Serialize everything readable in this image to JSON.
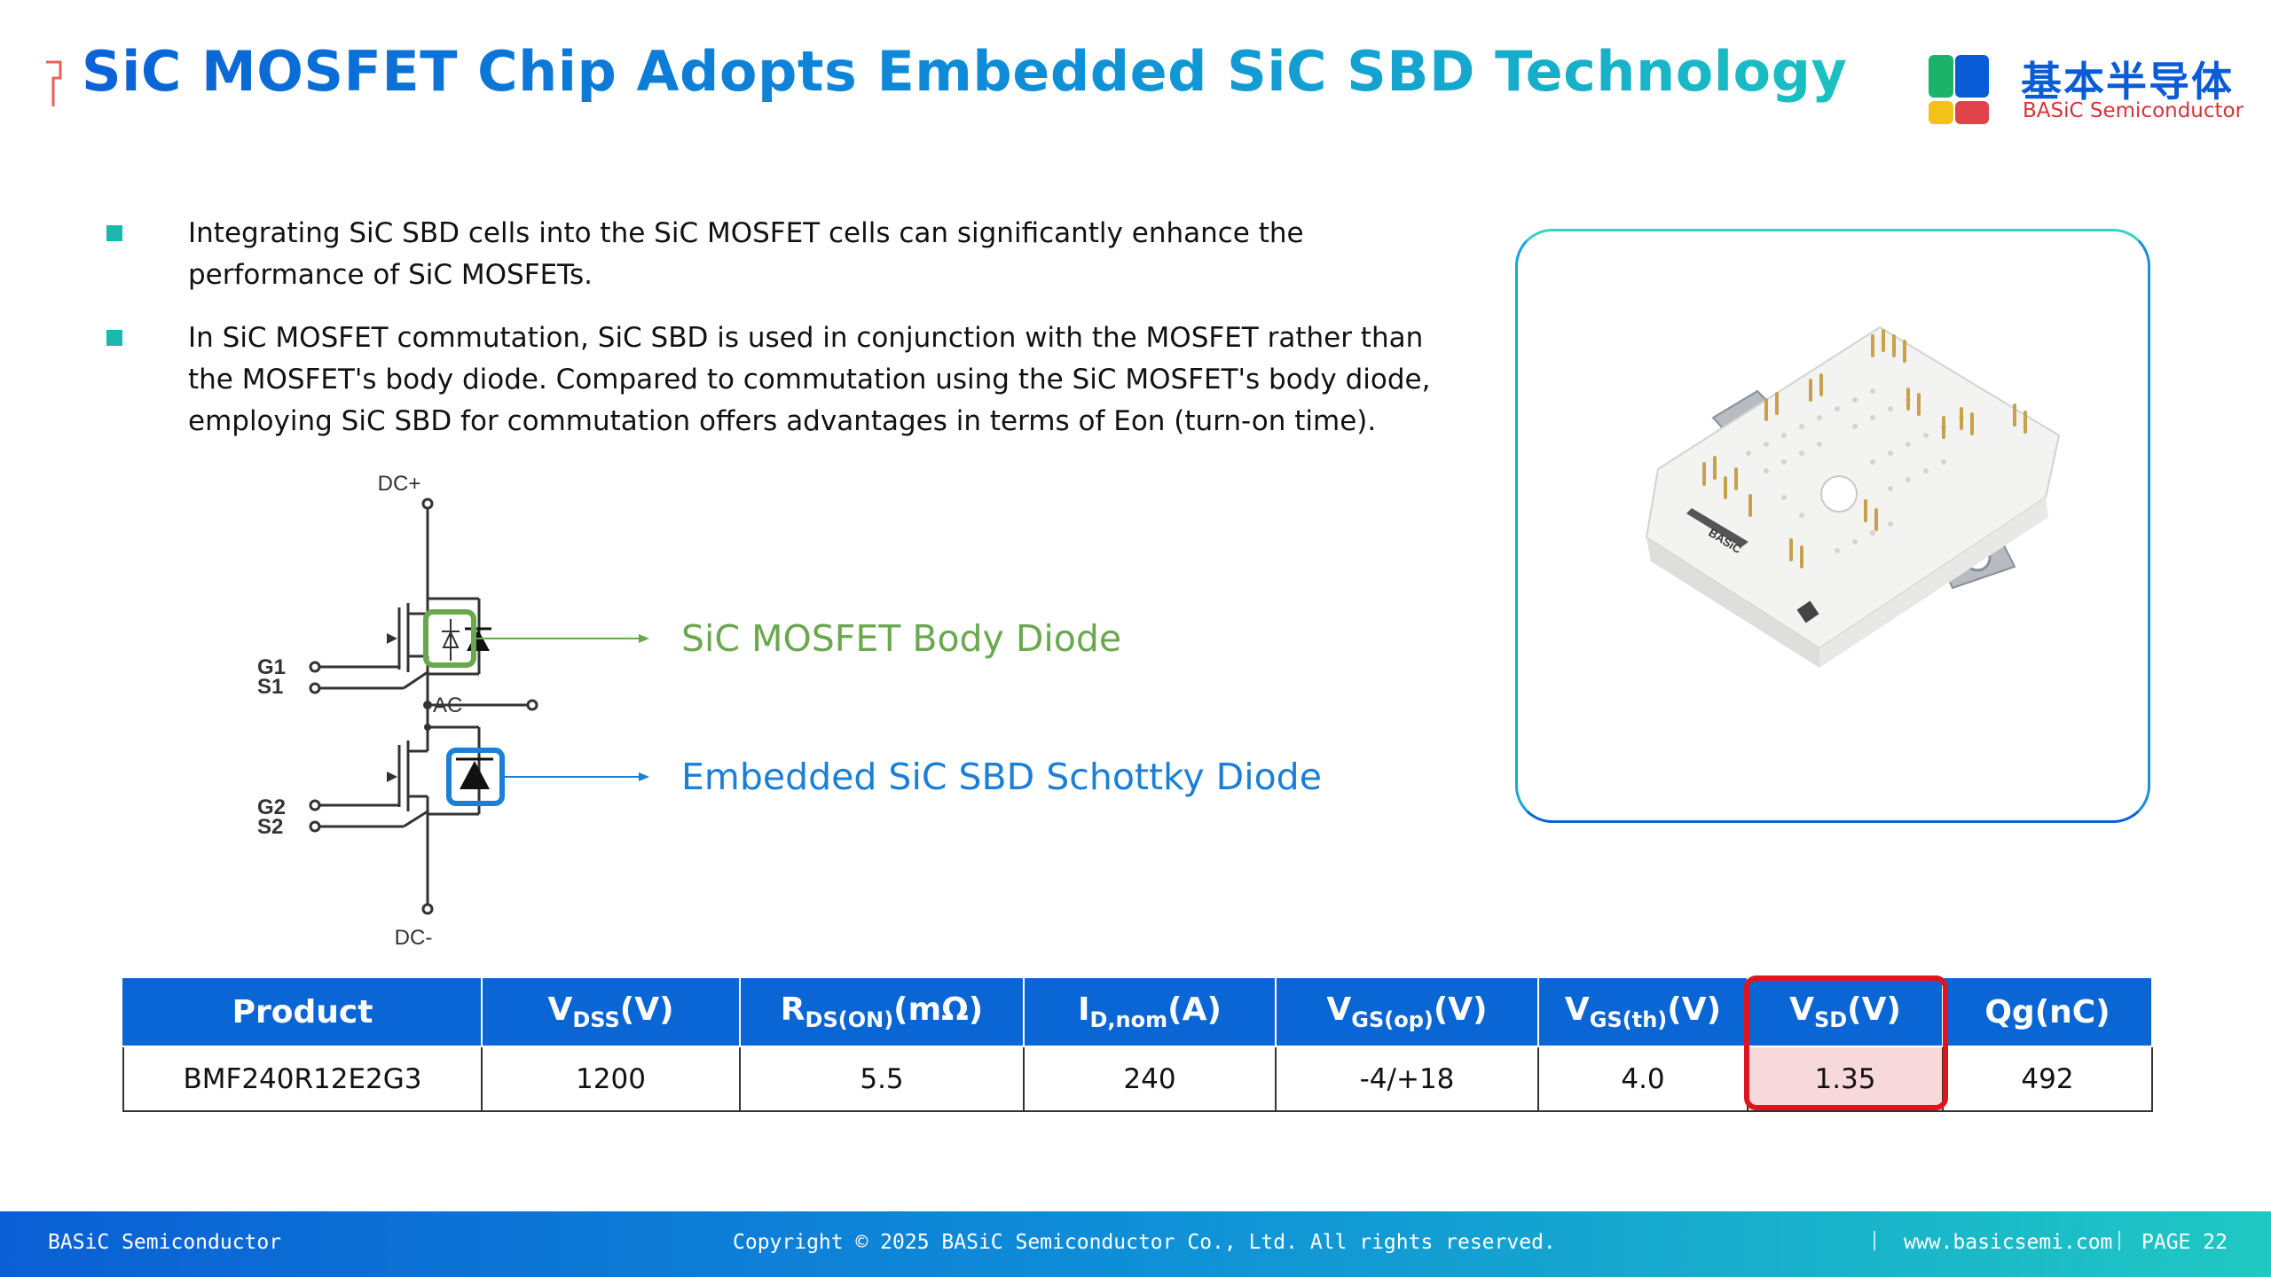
{
  "title": "SiC MOSFET Chip Adopts Embedded SiC SBD Technology",
  "logo": {
    "chinese": "基本半导体",
    "english": "BASiC Semiconductor"
  },
  "bullets": [
    "Integrating SiC SBD cells into the SiC MOSFET cells can significantly enhance the performance of SiC MOSFETs.",
    "In SiC MOSFET commutation, SiC SBD is used in conjunction with the MOSFET rather than the MOSFET's body diode. Compared to commutation using the SiC MOSFET's body diode, employing SiC SBD for commutation offers advantages in terms of Eon (turn-on time)."
  ],
  "circuit": {
    "dc_plus": "DC+",
    "dc_minus": "DC-",
    "ac": "AC",
    "g1": "G1",
    "s1": "S1",
    "g2": "G2",
    "s2": "S2",
    "body_diode_label": "SiC MOSFET Body Diode",
    "sbd_label": "Embedded SiC SBD Schottky Diode",
    "body_diode_color": "#6aa84f",
    "sbd_color": "#1a7fd6"
  },
  "product_photo": {
    "brand_marking": "BASiC"
  },
  "table": {
    "headers": [
      {
        "main": "Product",
        "sub": "",
        "suffix": ""
      },
      {
        "main": "V",
        "sub": "DSS",
        "suffix": "(V)"
      },
      {
        "main": "R",
        "sub": "DS(ON)",
        "suffix": "(mΩ)"
      },
      {
        "main": "I",
        "sub": "D,nom",
        "suffix": "(A)"
      },
      {
        "main": "V",
        "sub": "GS(op)",
        "suffix": "(V)"
      },
      {
        "main": "V",
        "sub": "GS(th)",
        "suffix": "(V)"
      },
      {
        "main": "V",
        "sub": "SD",
        "suffix": "(V)"
      },
      {
        "main": "Qg(nC)",
        "sub": "",
        "suffix": ""
      }
    ],
    "row": [
      "BMF240R12E2G3",
      "1200",
      "5.5",
      "240",
      "-4/+18",
      "4.0",
      "1.35",
      "492"
    ],
    "highlight_color": "#e1141e"
  },
  "footer": {
    "company": "BASiC Semiconductor",
    "copyright": "Copyright © 2025 BASiC Semiconductor Co., Ltd. All rights reserved.",
    "website": "www.basicsemi.com",
    "page": "PAGE 22"
  },
  "colors": {
    "brand_blue": "#0a66d4",
    "teal": "#1bb8b0",
    "highlight_red": "#e1141e"
  }
}
